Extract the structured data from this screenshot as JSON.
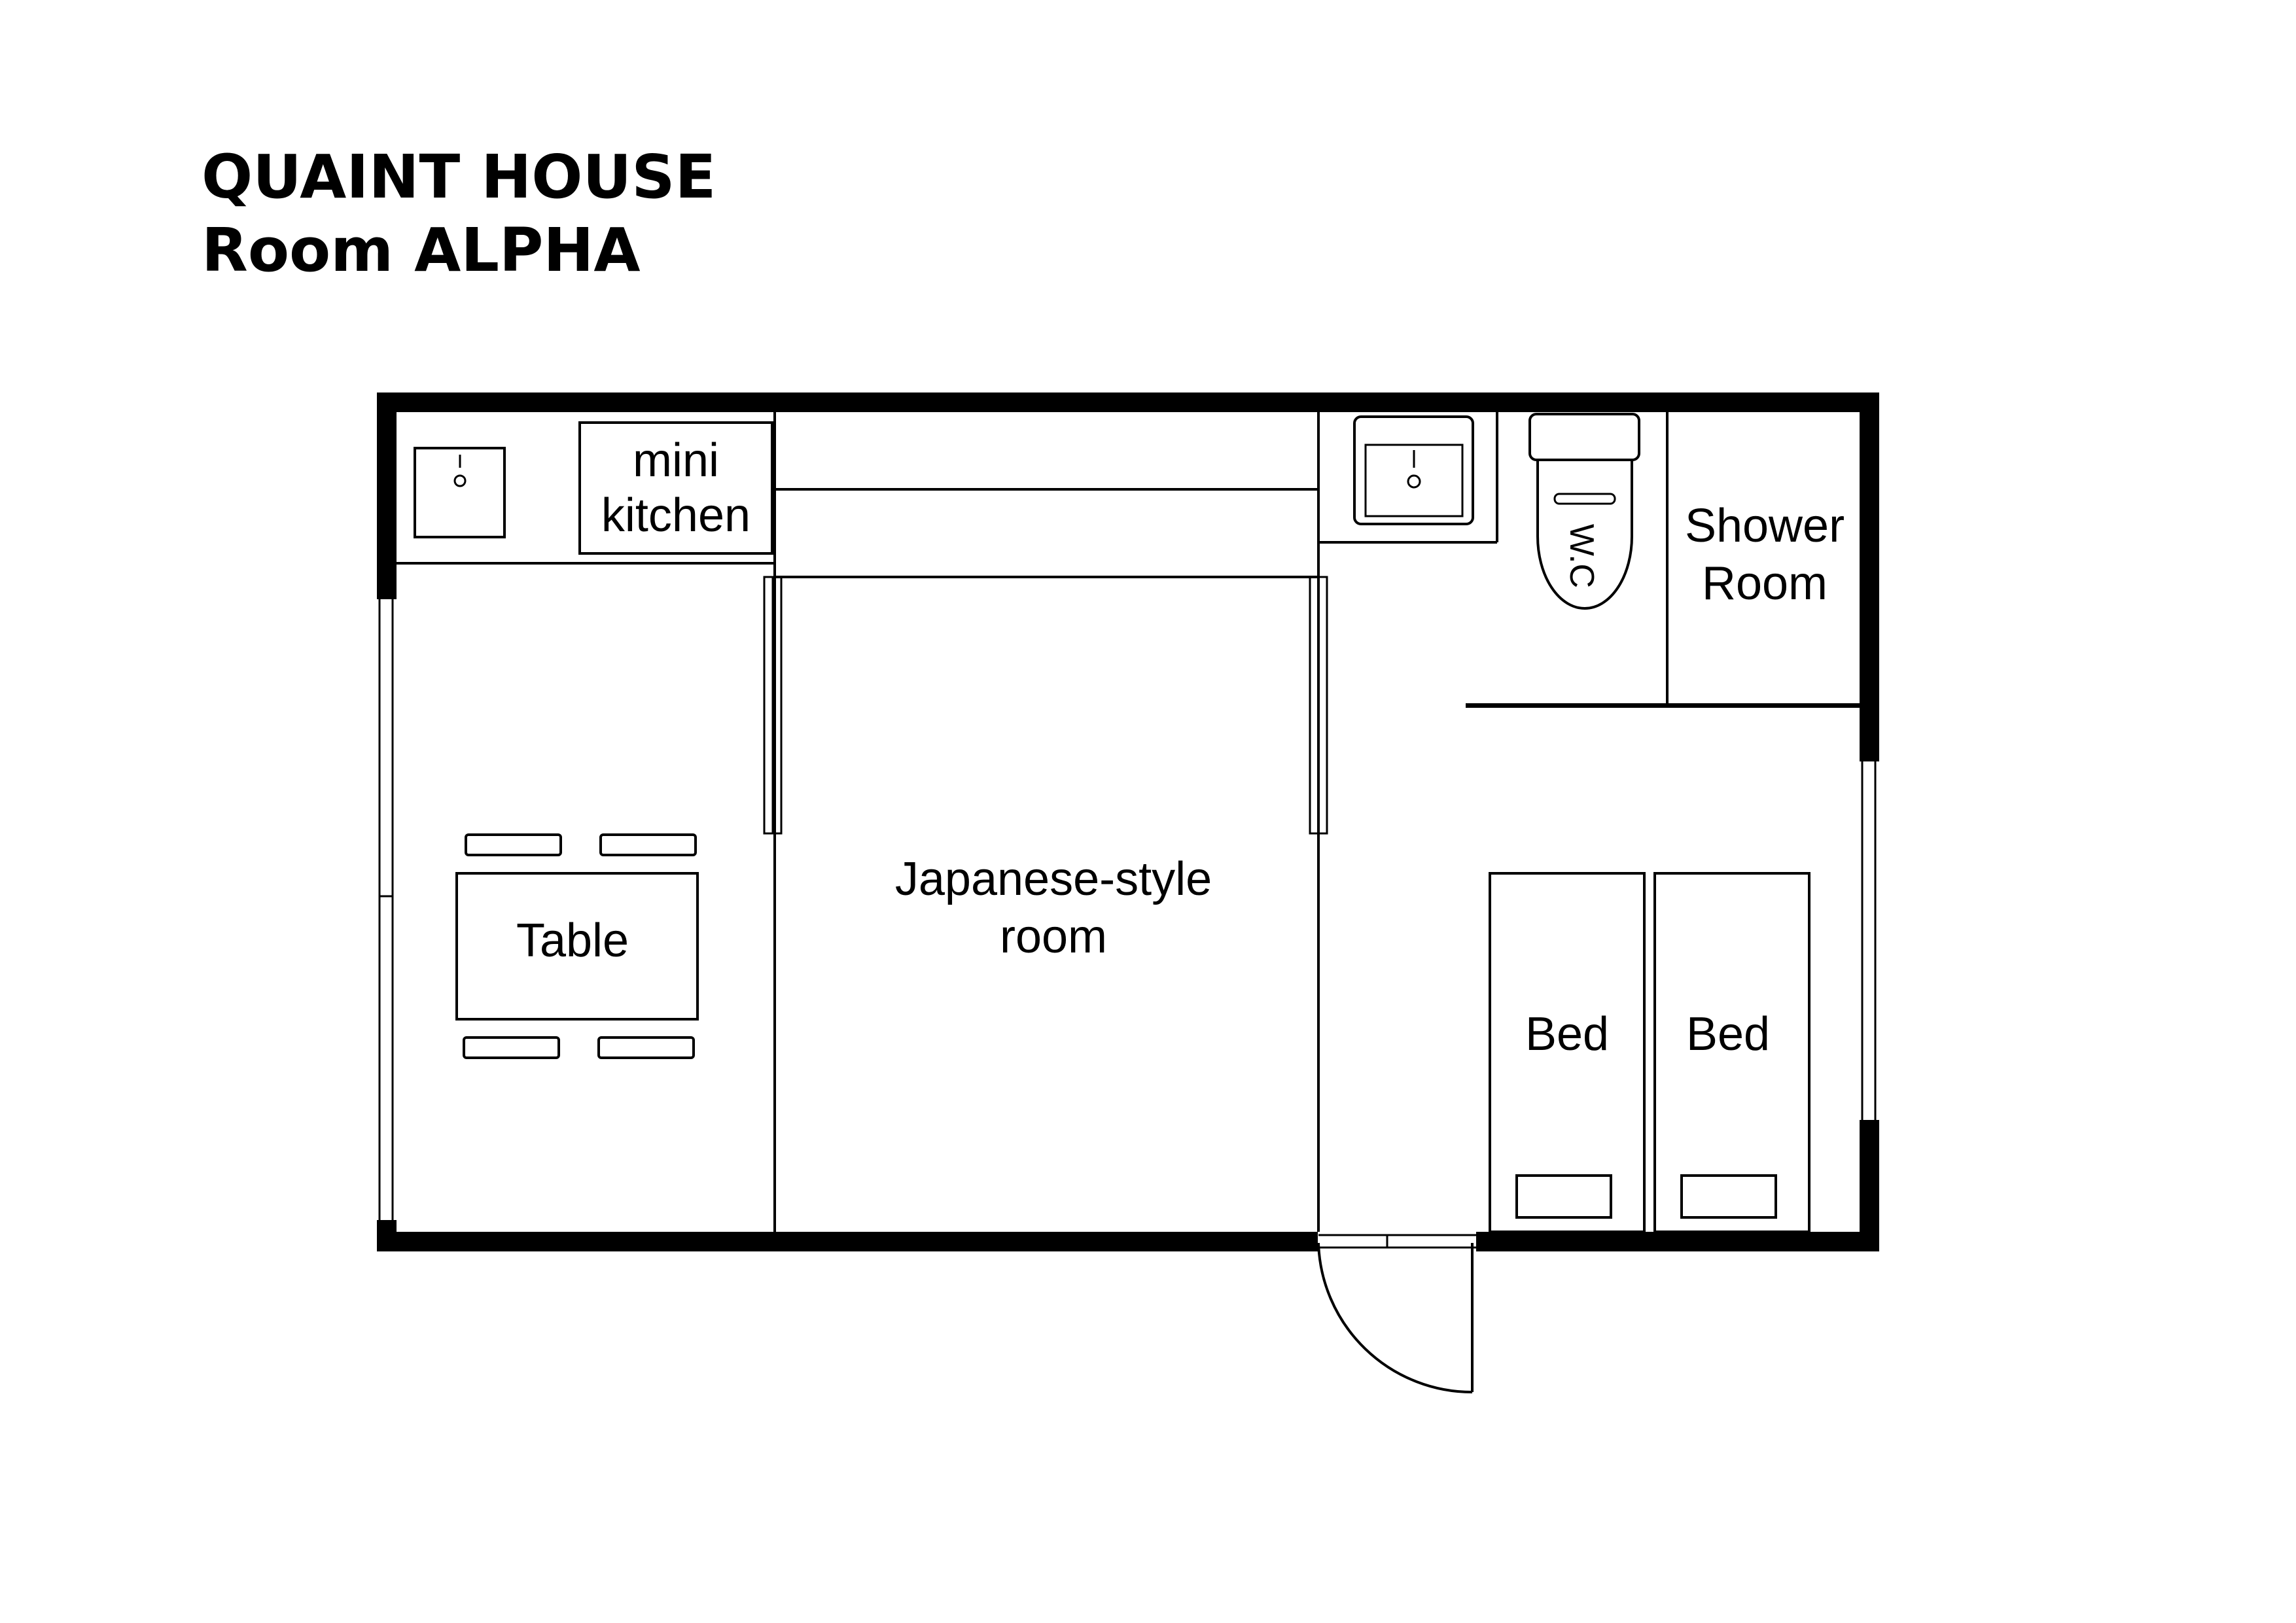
{
  "header": {
    "title_line_1": "QUAINT HOUSE",
    "title_line_2": "Room ALPHA"
  },
  "rooms": {
    "mini_kitchen": [
      "mini",
      "kitchen"
    ],
    "table": "Table",
    "japanese_room": [
      "Japanese-style",
      "room"
    ],
    "shower_room": [
      "Shower",
      "Room"
    ],
    "toilet": "W.C",
    "bed_left": "Bed",
    "bed_right": "Bed"
  },
  "colors": {
    "wall": "#000000",
    "line": "#000000",
    "background": "#ffffff"
  }
}
